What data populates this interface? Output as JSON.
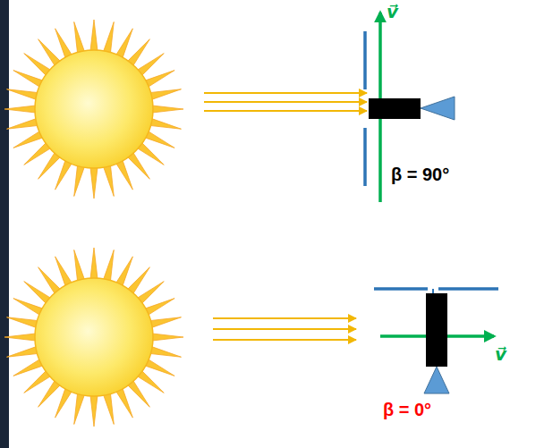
{
  "diagram": {
    "labels": [
      "v⃗",
      "β = 90°",
      "v⃗",
      "β = 0°"
    ]
  }
}
